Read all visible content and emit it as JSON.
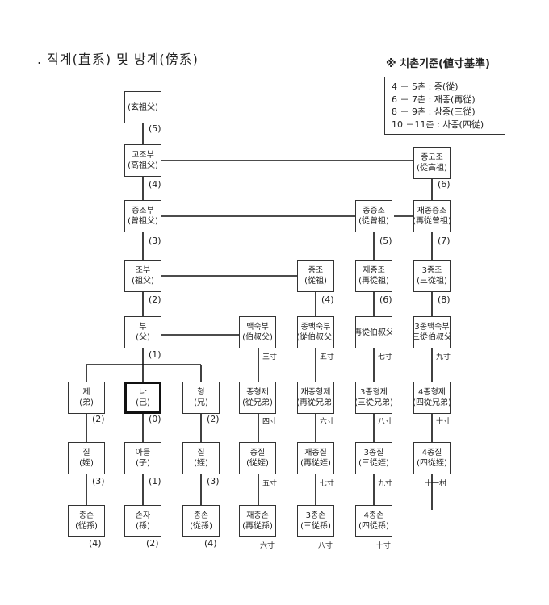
{
  "title": ". 직계(直系) 및 방계(傍系)",
  "legend": {
    "title": "※ 치촌기준(値寸基準)",
    "lines": [
      "4 － 5촌 : 종(從)",
      "6 － 7촌 : 재종(再從)",
      "8 － 9촌 : 삼종(三從)",
      "10 －11촌 : 사종(四從)"
    ]
  },
  "nodes": [
    {
      "l1": "",
      "l2": "(玄祖父)"
    },
    {
      "l1": "고조부",
      "l2": "(高祖父)"
    },
    {
      "l1": "증조부",
      "l2": "(曾祖父)"
    },
    {
      "l1": "조부",
      "l2": "(祖父)"
    },
    {
      "l1": "부",
      "l2": "(父)"
    },
    {
      "l1": "제",
      "l2": "(弟)"
    },
    {
      "l1": "나",
      "l2": "(己)"
    },
    {
      "l1": "형",
      "l2": "(兄)"
    },
    {
      "l1": "질",
      "l2": "(姪)"
    },
    {
      "l1": "아들",
      "l2": "(子)"
    },
    {
      "l1": "질",
      "l2": "(姪)"
    },
    {
      "l1": "종손",
      "l2": "(從孫)"
    },
    {
      "l1": "손자",
      "l2": "(孫)"
    },
    {
      "l1": "종손",
      "l2": "(從孫)"
    },
    {
      "l1": "종고조",
      "l2": "(從高祖)"
    },
    {
      "l1": "종증조",
      "l2": "(從曾祖)"
    },
    {
      "l1": "재종증조",
      "l2": "(再從曾祖)"
    },
    {
      "l1": "종조",
      "l2": "(從祖)"
    },
    {
      "l1": "재종조",
      "l2": "(再從祖)"
    },
    {
      "l1": "3종조",
      "l2": "(三從祖)"
    },
    {
      "l1": "백숙부",
      "l2": "(伯叔父)"
    },
    {
      "l1": "종백숙부",
      "l2": "(從伯叔父)"
    },
    {
      "l1": "",
      "l2": "(再從伯叔父)"
    },
    {
      "l1": "3종백숙부",
      "l2": "(三從伯叔父)"
    },
    {
      "l1": "종형제",
      "l2": "(從兄弟)"
    },
    {
      "l1": "재종형제",
      "l2": "(再從兄弟)"
    },
    {
      "l1": "3종형제",
      "l2": "(三從兄弟)"
    },
    {
      "l1": "4종형제",
      "l2": "(四從兄弟)"
    },
    {
      "l1": "종질",
      "l2": "(從姪)"
    },
    {
      "l1": "재종질",
      "l2": "(再從姪)"
    },
    {
      "l1": "3종질",
      "l2": "(三從姪)"
    },
    {
      "l1": "4종질",
      "l2": "(四從姪)"
    },
    {
      "l1": "재종손",
      "l2": "(再從孫)"
    },
    {
      "l1": "3종손",
      "l2": "(三從孫)"
    },
    {
      "l1": "4종손",
      "l2": "(四從孫)"
    }
  ],
  "degree_labels": [
    "(5)",
    "(4)",
    "(3)",
    "(2)",
    "(1)",
    "(2)",
    "(0)",
    "(2)",
    "(3)",
    "(1)",
    "(3)",
    "(4)",
    "(2)",
    "(4)",
    "(6)",
    "(5)",
    "(7)",
    "(4)",
    "(6)",
    "(8)",
    "三寸",
    "五寸",
    "七寸",
    "九寸",
    "四寸",
    "六寸",
    "八寸",
    "十寸",
    "五寸",
    "七寸",
    "九寸",
    "十一村",
    "六寸",
    "八寸",
    "十寸"
  ]
}
